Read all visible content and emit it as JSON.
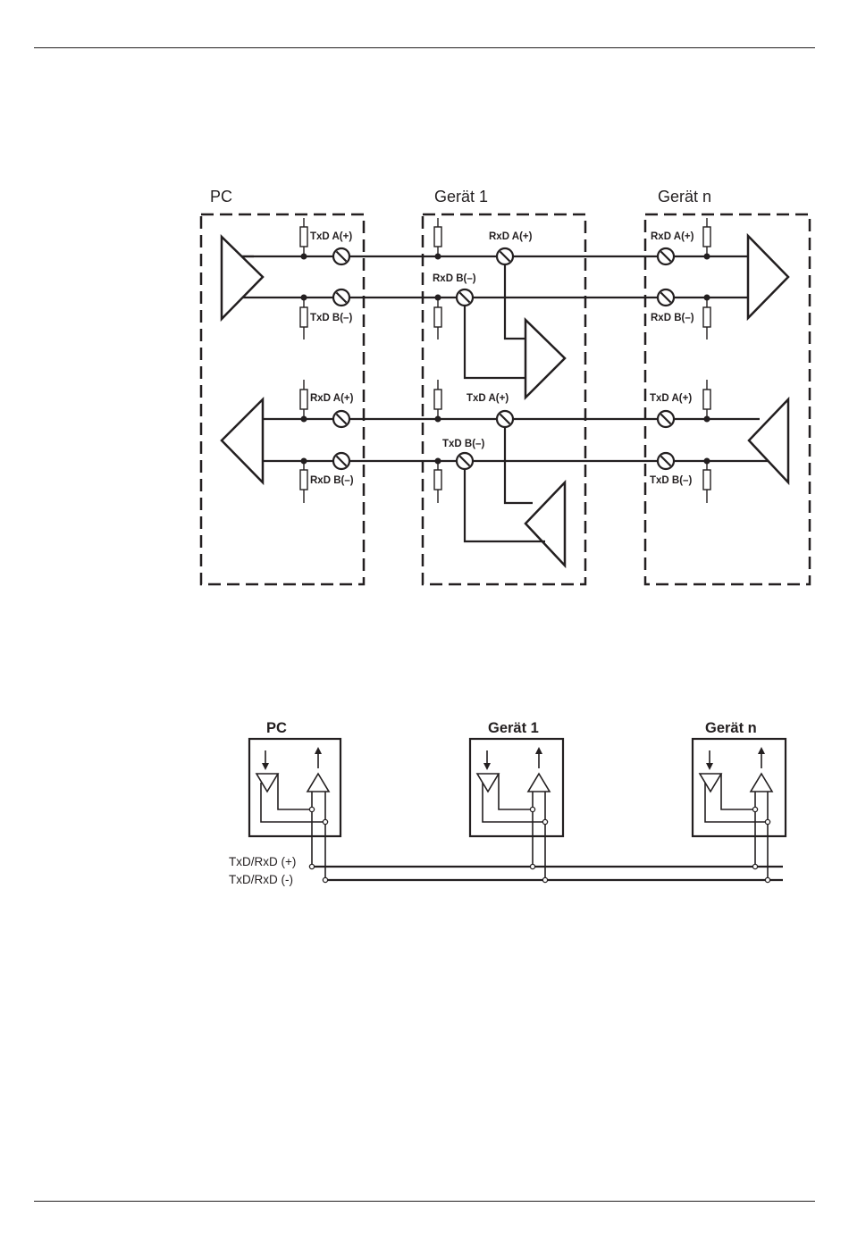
{
  "diagram1": {
    "boxes": [
      "PC",
      "Gerät 1",
      "Gerät n"
    ],
    "pc": {
      "txd_a": "TxD A(+)",
      "txd_b": "TxD B(–)",
      "rxd_a": "RxD A(+)",
      "rxd_b": "RxD B(–)"
    },
    "device1": {
      "rxd_a": "RxD A(+)",
      "rxd_b": "RxD B(–)",
      "txd_a": "TxD A(+)",
      "txd_b": "TxD B(–)"
    },
    "device_n": {
      "rxd_a": "RxD A(+)",
      "rxd_b": "RxD B(–)",
      "txd_a": "TxD A(+)",
      "txd_b": "TxD B(–)"
    }
  },
  "diagram2": {
    "boxes": [
      "PC",
      "Gerät 1",
      "Gerät n"
    ],
    "bus_plus": "TxD/RxD (+)",
    "bus_minus": "TxD/RxD (-)"
  }
}
